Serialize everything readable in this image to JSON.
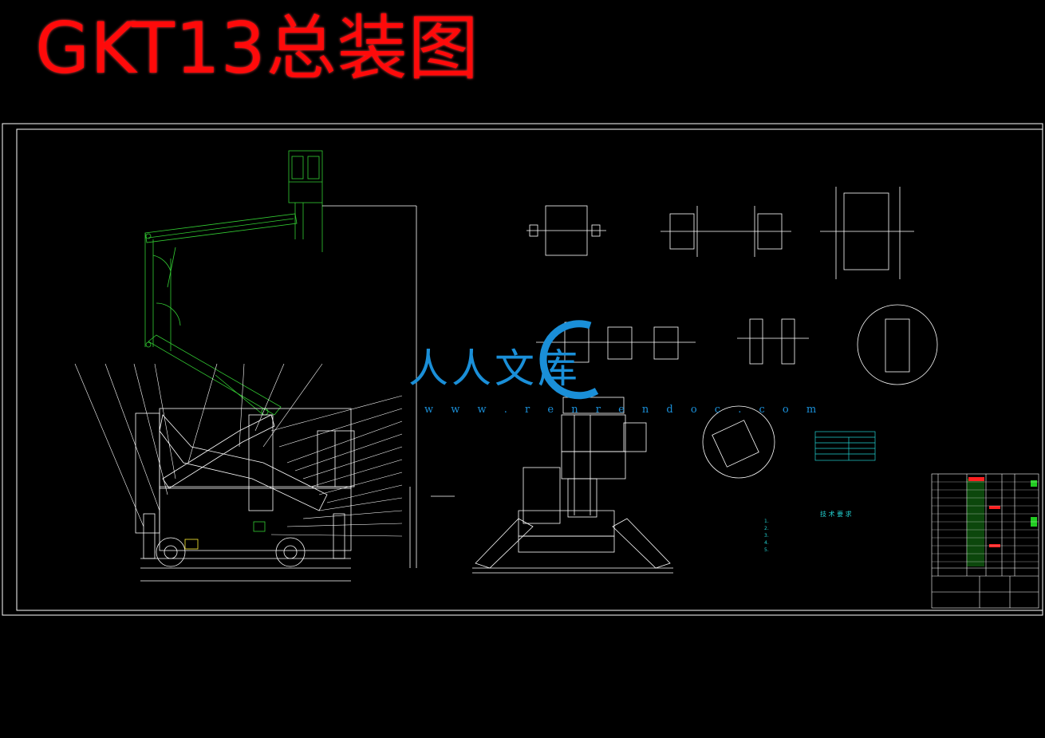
{
  "title": "GKT13总装图",
  "watermark": {
    "brand": "人人文库",
    "url": "w w w . r e n r e n d o c . c o m"
  },
  "tech_req": {
    "heading": "技 术 要 求",
    "items": [
      "1.",
      "2.",
      "3.",
      "4.",
      "5."
    ]
  },
  "colors": {
    "background": "#000000",
    "title": "#ff0a0a",
    "frame": "#ffffff",
    "boom": "#33cc33",
    "watermark": "#1a8fd8",
    "table_green": "#22cc22",
    "table_red": "#ff2020",
    "cyan": "#22d0d0"
  }
}
